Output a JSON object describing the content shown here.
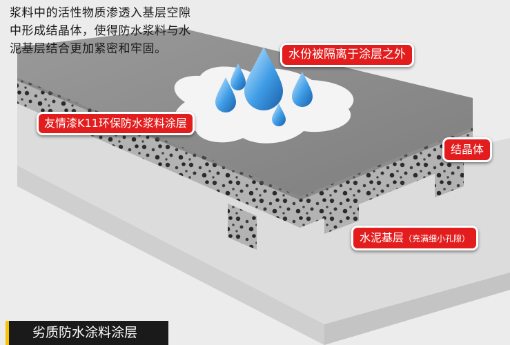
{
  "intro": {
    "lines": [
      "浆料中的活性物质渗透入基层空隙",
      "中形成结晶体，使得防水浆料与水",
      "泥基层结合更加紧密和牢固。"
    ]
  },
  "callouts": {
    "water_isolated": "水份被隔离于涂层之外",
    "coating_layer": "友情漆K11环保防水浆料涂层",
    "crystal": "结晶体",
    "base_main": "水泥基层",
    "base_sub": "（充满细小孔隙）"
  },
  "footer": {
    "title": "劣质防水涂料涂层"
  },
  "colors": {
    "callout_red": "#e31d1d",
    "water_blue": "#2b86d6",
    "footer_dark": "#1a1a1a",
    "footer_accent": "#f7c400",
    "slab_top": "#8c8c8c",
    "concrete": "#a9a9a9"
  },
  "icons": [
    "water-drop-icon"
  ]
}
